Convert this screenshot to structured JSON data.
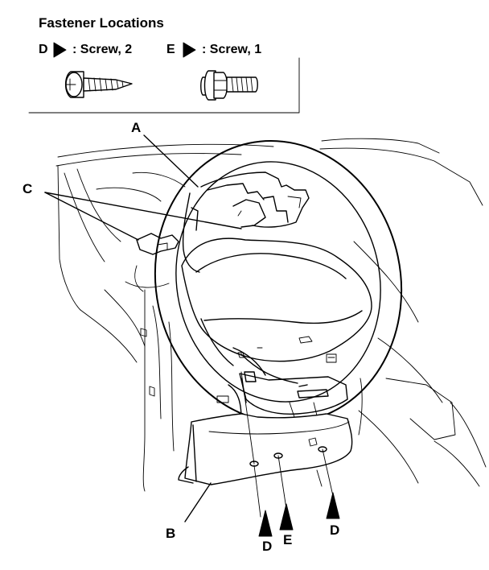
{
  "legend": {
    "title": "Fastener Locations",
    "items": [
      {
        "letter": "D",
        "text": ": Screw, 2",
        "icon": "pan-head-tapping-screw"
      },
      {
        "letter": "E",
        "text": ": Screw, 1",
        "icon": "flange-bolt"
      }
    ]
  },
  "callouts": {
    "a": "A",
    "b": "B",
    "c": "C",
    "d1": "D",
    "e": "E",
    "d2": "D"
  }
}
